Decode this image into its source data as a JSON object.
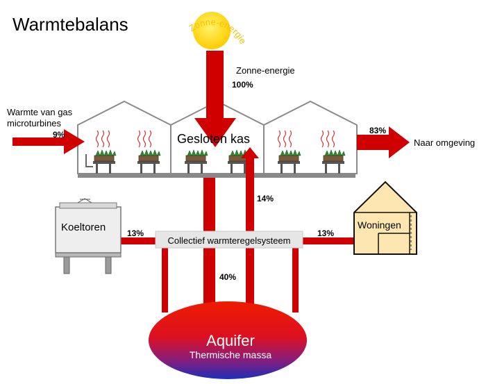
{
  "title": "Warmtebalans",
  "sun": {
    "label": "Zonne-energie"
  },
  "solar": {
    "label": "Zonne-energie",
    "percent": "100%"
  },
  "gas": {
    "label_line1": "Warmte van gas",
    "label_line2": "microturbines",
    "percent": "9%"
  },
  "greenhouse": {
    "label": "Gesloten kas"
  },
  "environment": {
    "label": "Naar omgeving",
    "percent": "83%"
  },
  "up_flow": {
    "percent": "14%"
  },
  "down_flow": {
    "percent": "40%"
  },
  "cooling_tower": {
    "label": "Koeltoren",
    "percent": "13%"
  },
  "houses": {
    "label": "Woningen",
    "percent": "13%"
  },
  "system": {
    "label": "Collectief warmteregelsysteem"
  },
  "aquifer": {
    "label": "Aquifer",
    "sublabel": "Thermische massa"
  },
  "colors": {
    "arrow": "#cc0000",
    "sun": "#ffdd00",
    "house": "#fde6b0"
  }
}
